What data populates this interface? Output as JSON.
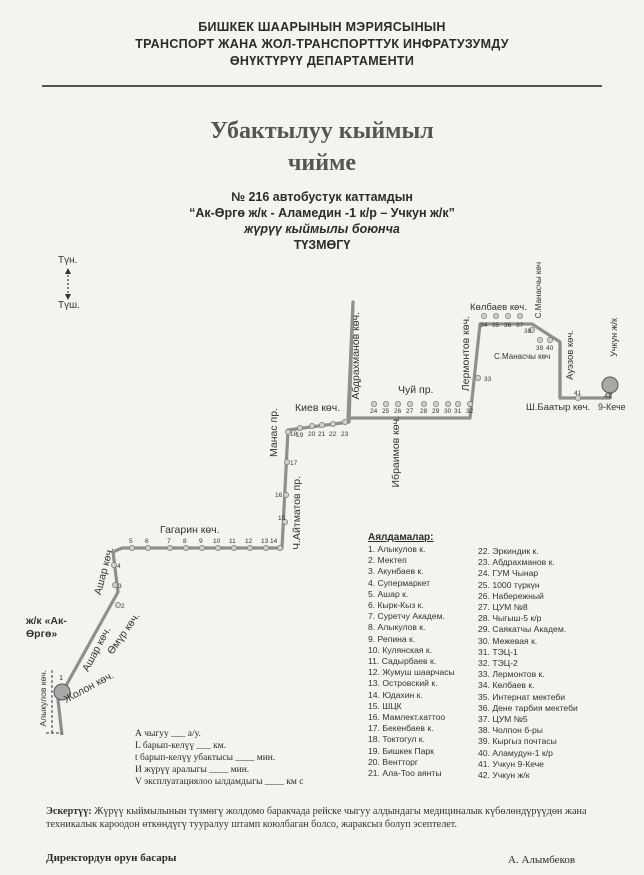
{
  "header": {
    "line1": "БИШКЕК ШААРЫНЫН  МЭРИЯСЫНЫН",
    "line2": "ТРАНСПОРТ ЖАНА ЖОЛ-ТРАНСПОРТТУК ИНФРАТУЗУМДУ",
    "line3": "ӨНҮКТҮРҮҮ ДЕПАРТАМЕНТИ"
  },
  "title": {
    "line1": "Убактылуу кыймыл",
    "line2": "чийме"
  },
  "subtitle": {
    "line1": "№ 216  автобустук каттамдын",
    "line2": "“Ак-Өргө ж/к  - Аламедин -1 к/р – Учкун ж/к”",
    "line3": "жүрүү кыймылы боюнча",
    "line4": "ТҮЗМӨГҮ"
  },
  "compass": {
    "north": "Түн.",
    "south": "Түш."
  },
  "map": {
    "terminal_left": "ж/к «Ак-\nӨргө»",
    "terminal_left_num": "1",
    "terminal_right_num": "42",
    "streets": {
      "alykulov": "Алыкулов көч.",
      "jolon": "Жолон көч.",
      "omur": "Өмүр көч.",
      "ashar1": "Ашар көч.",
      "ashar2": "Ашар көч.",
      "gagarin": "Гагарин  көч.",
      "aitmatov": "Ч.Айтматов пр.",
      "manas": "Манас пр.",
      "kiev": "Киев көч.",
      "abdrakhmanov": "Абдрахманов  көч.",
      "ibraimov": "Ибраимов көч.",
      "chui": "Чуй пр.",
      "lermontov": "Лермонтов көч.",
      "kolbaev": "Көлбаев көч.",
      "s_manas_v": "С.Манасчы көч",
      "s_manas_h": "С.Манасчы көч",
      "auezov": "Ауэзов көч.",
      "sh_baatyr": "Ш.Баатыр көч.",
      "kh9": "9-Кече",
      "uchkun": "Учкун ж/к"
    }
  },
  "legend": {
    "title": "Аялдамалар:",
    "stops_col1": [
      "1. Алыкулов к.",
      "2. Мектеп",
      "3. Акунбаев к.",
      "4. Супермаркет",
      "5. Ашар к.",
      "6. Кырк-Кыз к.",
      "7. Суретчу Академ.",
      "8. Алыкулов к.",
      "9. Репина к.",
      "10. Кулянская к.",
      "11. Садырбаев к.",
      "12. Жумуш шаарчасы",
      "13. Островский к.",
      "14. Юдахин к.",
      "15. ШЦК",
      "16. Мамлект.каттоо",
      "17. Бекенбаев к.",
      "18. Токтогул к.",
      "19. Бишкек Парк",
      "20. Вентторг",
      "21. Ала-Тоо аянты"
    ],
    "stops_col2": [
      "22. Эркиндик к.",
      "23. Абдрахманов к.",
      "24. ГУМ Чынар",
      "25. 1000 түркүн",
      "26. Набережный",
      "27. ЦУМ №8",
      "28. Чыгыш-5 к/р",
      "29. Саякатчы Академ.",
      "30. Межевая к.",
      "31. ТЭЦ-1",
      "32. ТЭЦ-2",
      "33. Лермонтов к.",
      "34. Көлбаев к.",
      "35. Интернат мектеби",
      "36. Дене тарбия мектеби",
      "37. ЦУМ №5",
      "38. Чолпон б-ры",
      "39. Кыргыз почтасы",
      "40. Аламудун-1 к/р",
      "41. Учкун 9-Кече",
      "42. Учкун ж/к"
    ]
  },
  "info": {
    "l1": "А чыгуу ___ а/у.",
    "l2": "L барып-келүү ___ км.",
    "l3": "t барып-келүү убактысы ____ мин.",
    "l4": "И жүрүү аралыгы ____ мин.",
    "l5": "V эксплуатациялоо ылдамдыгы ____ км с"
  },
  "note": {
    "label": "Эскертүү:",
    "text": " Жүрүү кыймылынын түзмөгү жолдомо баракчада рейске чыгуу алдындагы медициналык күбөлөндүрүүдөн жана техникалык кароодон өткөндүгү тууралуу штамп коюлбаган болсо, жараксыз болуп эсептелет."
  },
  "signature": {
    "position": "Директордун орун басары",
    "name": "А. Алымбеков"
  }
}
